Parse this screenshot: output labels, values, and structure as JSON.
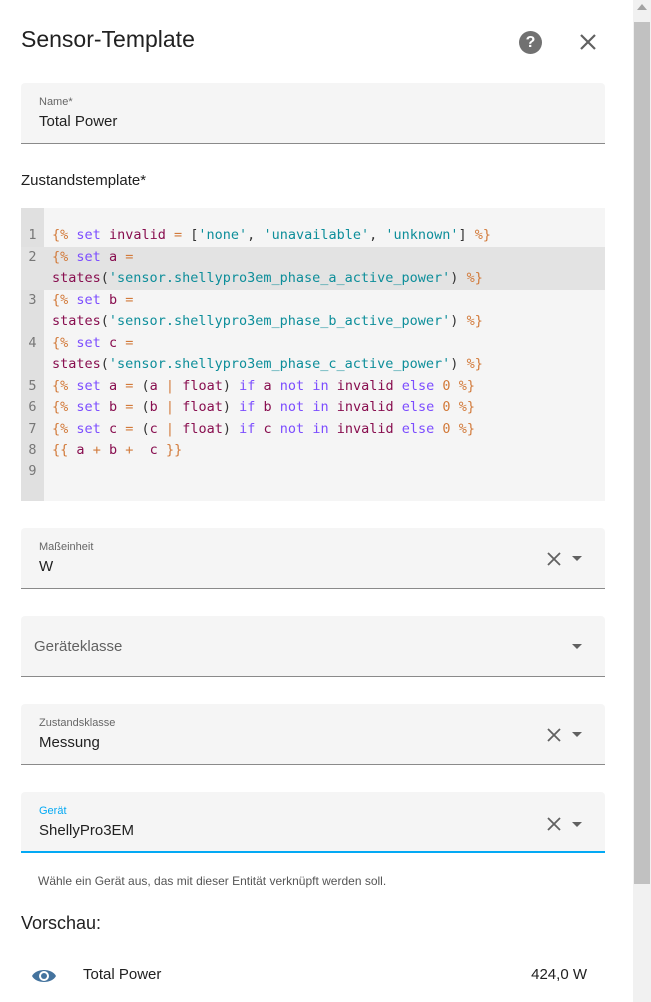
{
  "dialog": {
    "title": "Sensor-Template"
  },
  "fields": {
    "name": {
      "label": "Name*",
      "value": "Total Power"
    },
    "unit": {
      "label": "Maßeinheit",
      "value": "W"
    },
    "device_class": {
      "placeholder": "Geräteklasse"
    },
    "state_class": {
      "label": "Zustandsklasse",
      "value": "Messung"
    },
    "device": {
      "label": "Gerät",
      "value": "ShellyPro3EM",
      "helper": "Wähle ein Gerät aus, das mit dieser Entität verknüpft werden soll."
    }
  },
  "template": {
    "label": "Zustandstemplate*",
    "line_numbers": [
      "1",
      "2",
      "3",
      "4",
      "5",
      "6",
      "7",
      "8",
      "9"
    ]
  },
  "preview": {
    "title": "Vorschau:",
    "entity_name": "Total Power",
    "state": "424,0 W"
  },
  "icons": {
    "help": "help-circle-icon",
    "close": "close-icon",
    "clear": "clear-icon",
    "dropdown": "dropdown-arrow-icon",
    "preview": "eye-icon"
  },
  "colors": {
    "accent": "#03a9f4",
    "keyword": "#7c4dff",
    "string": "#0d8e9a",
    "variable": "#880e4f"
  }
}
